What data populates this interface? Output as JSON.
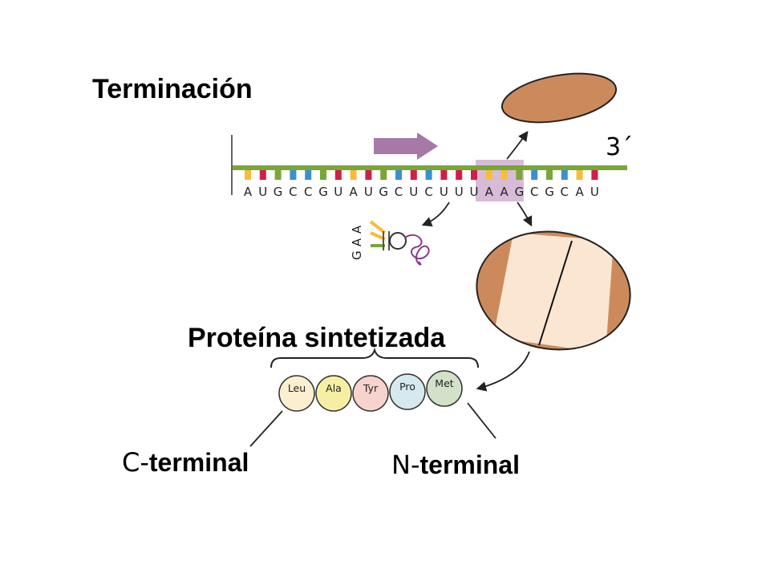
{
  "title": "Terminación",
  "mrna": {
    "end_label": "3´",
    "sequence": [
      "A",
      "U",
      "G",
      "C",
      "C",
      "G",
      "U",
      "A",
      "U",
      "G",
      "C",
      "U",
      "C",
      "U",
      "U",
      "U",
      "A",
      "A",
      "G",
      "C",
      "G",
      "C",
      "A",
      "U"
    ],
    "stop_codon_start_index": 15
  },
  "trna": {
    "anticodon": [
      "G",
      "A",
      "A"
    ]
  },
  "protein": {
    "heading": "Proteína sintetizada",
    "residues": [
      {
        "name": "Leu",
        "color": "#fbefd0"
      },
      {
        "name": "Ala",
        "color": "#f6eea2"
      },
      {
        "name": "Tyr",
        "color": "#f6d3cc"
      },
      {
        "name": "Pro",
        "color": "#d5e9ef"
      },
      {
        "name": "Met",
        "color": "#d3e1c8"
      }
    ],
    "c_terminal": {
      "prefix": "C-",
      "word": "terminal"
    },
    "n_terminal": {
      "prefix": "N-",
      "word": "terminal"
    }
  },
  "colors": {
    "backbone": "#7aa637",
    "ribosome": "#cc8a5c",
    "ribosome_inner": "#fbe6d2",
    "highlight": "#c9a5c9",
    "arrow": "#a679a6",
    "nucleotide_A": "#f5bd3a",
    "nucleotide_U": "#d01f47",
    "nucleotide_G": "#7aa637",
    "nucleotide_C": "#3a8fd4"
  }
}
